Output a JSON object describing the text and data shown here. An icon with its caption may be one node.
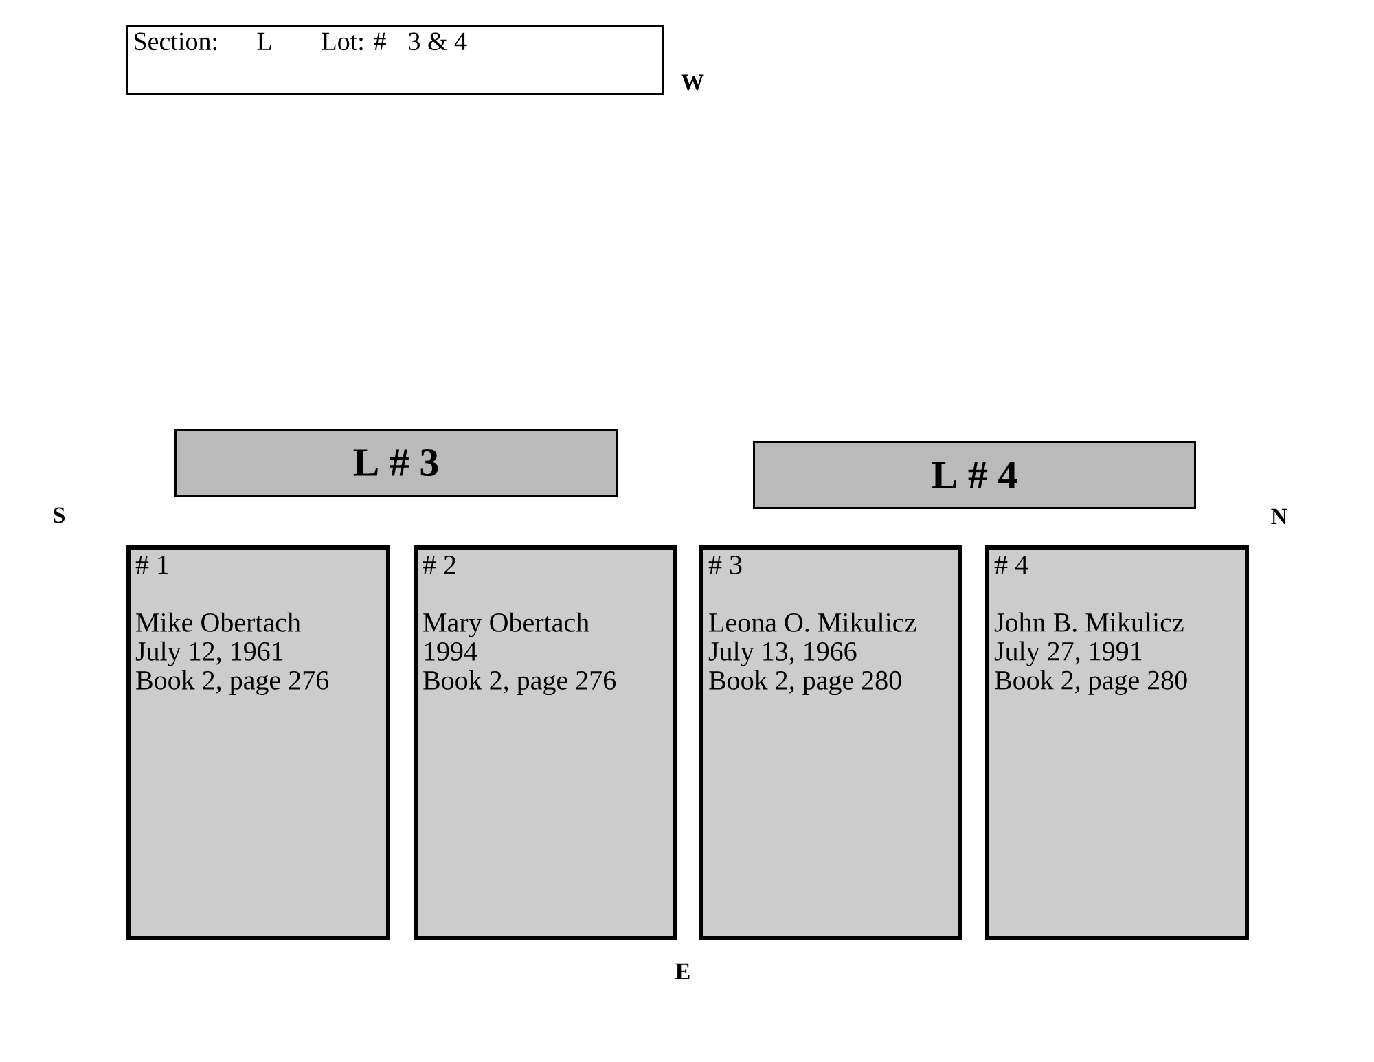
{
  "diagram": {
    "nodes": [
      {
        "text": [
          "Section:",
          "L",
          "Lot: #",
          "3 & 4"
        ]
      },
      {
        "text": [
          "L # 3"
        ]
      },
      {
        "text": [
          "L # 4"
        ]
      },
      {
        "text": [
          "# 1",
          "Mike Obertach",
          "July 12, 1961",
          "Book 2, page 276"
        ]
      },
      {
        "text": [
          "# 2",
          "Mary Obertach",
          "1994",
          "Book 2, page 276"
        ]
      },
      {
        "text": [
          "# 3",
          "Leona O. Mikulicz",
          "July 13, 1966",
          "Book 2, page 280"
        ]
      },
      {
        "text": [
          "# 4",
          "John B. Mikulicz",
          "July 27, 1991",
          "Book 2, page 280"
        ]
      }
    ],
    "labels": [
      "W",
      "S",
      "N",
      "E"
    ]
  }
}
